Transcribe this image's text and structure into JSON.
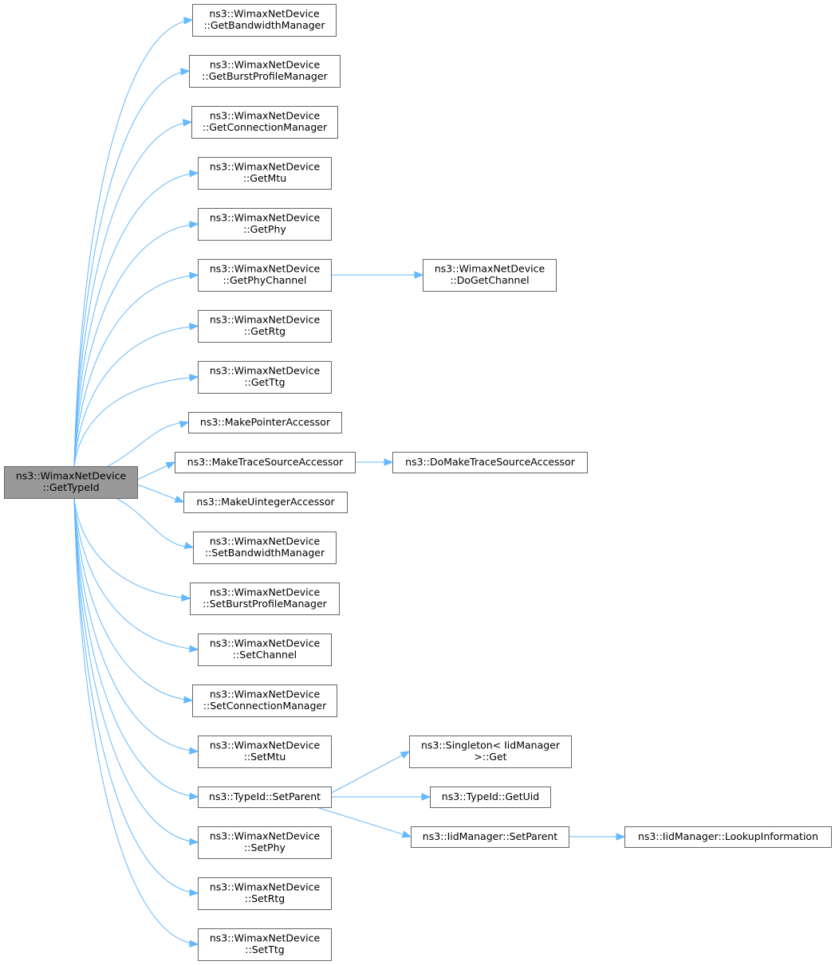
{
  "nodes": [
    {
      "id": "root",
      "lines": [
        "ns3::WimaxNetDevice",
        "::GetTypeId"
      ],
      "root": true
    },
    {
      "id": "n1",
      "lines": [
        "ns3::WimaxNetDevice",
        "::GetBandwidthManager"
      ]
    },
    {
      "id": "n2",
      "lines": [
        "ns3::WimaxNetDevice",
        "::GetBurstProfileManager"
      ]
    },
    {
      "id": "n3",
      "lines": [
        "ns3::WimaxNetDevice",
        "::GetConnectionManager"
      ]
    },
    {
      "id": "n4",
      "lines": [
        "ns3::WimaxNetDevice",
        "::GetMtu"
      ]
    },
    {
      "id": "n5",
      "lines": [
        "ns3::WimaxNetDevice",
        "::GetPhy"
      ]
    },
    {
      "id": "n6",
      "lines": [
        "ns3::WimaxNetDevice",
        "::GetPhyChannel"
      ]
    },
    {
      "id": "n7",
      "lines": [
        "ns3::WimaxNetDevice",
        "::GetRtg"
      ]
    },
    {
      "id": "n8",
      "lines": [
        "ns3::WimaxNetDevice",
        "::GetTtg"
      ]
    },
    {
      "id": "n9",
      "lines": [
        "ns3::MakePointerAccessor"
      ]
    },
    {
      "id": "n10",
      "lines": [
        "ns3::MakeTraceSourceAccessor"
      ]
    },
    {
      "id": "n11",
      "lines": [
        "ns3::MakeUintegerAccessor"
      ]
    },
    {
      "id": "n12",
      "lines": [
        "ns3::WimaxNetDevice",
        "::SetBandwidthManager"
      ]
    },
    {
      "id": "n13",
      "lines": [
        "ns3::WimaxNetDevice",
        "::SetBurstProfileManager"
      ]
    },
    {
      "id": "n14",
      "lines": [
        "ns3::WimaxNetDevice",
        "::SetChannel"
      ]
    },
    {
      "id": "n15",
      "lines": [
        "ns3::WimaxNetDevice",
        "::SetConnectionManager"
      ]
    },
    {
      "id": "n16",
      "lines": [
        "ns3::WimaxNetDevice",
        "::SetMtu"
      ]
    },
    {
      "id": "n17",
      "lines": [
        "ns3::TypeId::SetParent"
      ]
    },
    {
      "id": "n18",
      "lines": [
        "ns3::WimaxNetDevice",
        "::SetPhy"
      ]
    },
    {
      "id": "n19",
      "lines": [
        "ns3::WimaxNetDevice",
        "::SetRtg"
      ]
    },
    {
      "id": "n20",
      "lines": [
        "ns3::WimaxNetDevice",
        "::SetTtg"
      ]
    },
    {
      "id": "m1",
      "lines": [
        "ns3::WimaxNetDevice",
        "::DoGetChannel"
      ]
    },
    {
      "id": "m2",
      "lines": [
        "ns3::DoMakeTraceSourceAccessor"
      ]
    },
    {
      "id": "m3",
      "lines": [
        "ns3::Singleton< IidManager",
        " >::Get"
      ]
    },
    {
      "id": "m4",
      "lines": [
        "ns3::TypeId::GetUid"
      ]
    },
    {
      "id": "m5",
      "lines": [
        "ns3::IidManager::SetParent"
      ]
    },
    {
      "id": "m6",
      "lines": [
        "ns3::IidManager::LookupInformation"
      ]
    }
  ],
  "edges": [
    [
      "root",
      "n1"
    ],
    [
      "root",
      "n2"
    ],
    [
      "root",
      "n3"
    ],
    [
      "root",
      "n4"
    ],
    [
      "root",
      "n5"
    ],
    [
      "root",
      "n6"
    ],
    [
      "root",
      "n7"
    ],
    [
      "root",
      "n8"
    ],
    [
      "root",
      "n9"
    ],
    [
      "root",
      "n10"
    ],
    [
      "root",
      "n11"
    ],
    [
      "root",
      "n12"
    ],
    [
      "root",
      "n13"
    ],
    [
      "root",
      "n14"
    ],
    [
      "root",
      "n15"
    ],
    [
      "root",
      "n16"
    ],
    [
      "root",
      "n17"
    ],
    [
      "root",
      "n18"
    ],
    [
      "root",
      "n19"
    ],
    [
      "root",
      "n20"
    ],
    [
      "n6",
      "m1"
    ],
    [
      "n10",
      "m2"
    ],
    [
      "n17",
      "m3"
    ],
    [
      "n17",
      "m4"
    ],
    [
      "n17",
      "m5"
    ],
    [
      "m5",
      "m6"
    ]
  ],
  "colors": {
    "edge": "#63b8ff",
    "root_fill": "#999999",
    "node_border": "#666666"
  }
}
